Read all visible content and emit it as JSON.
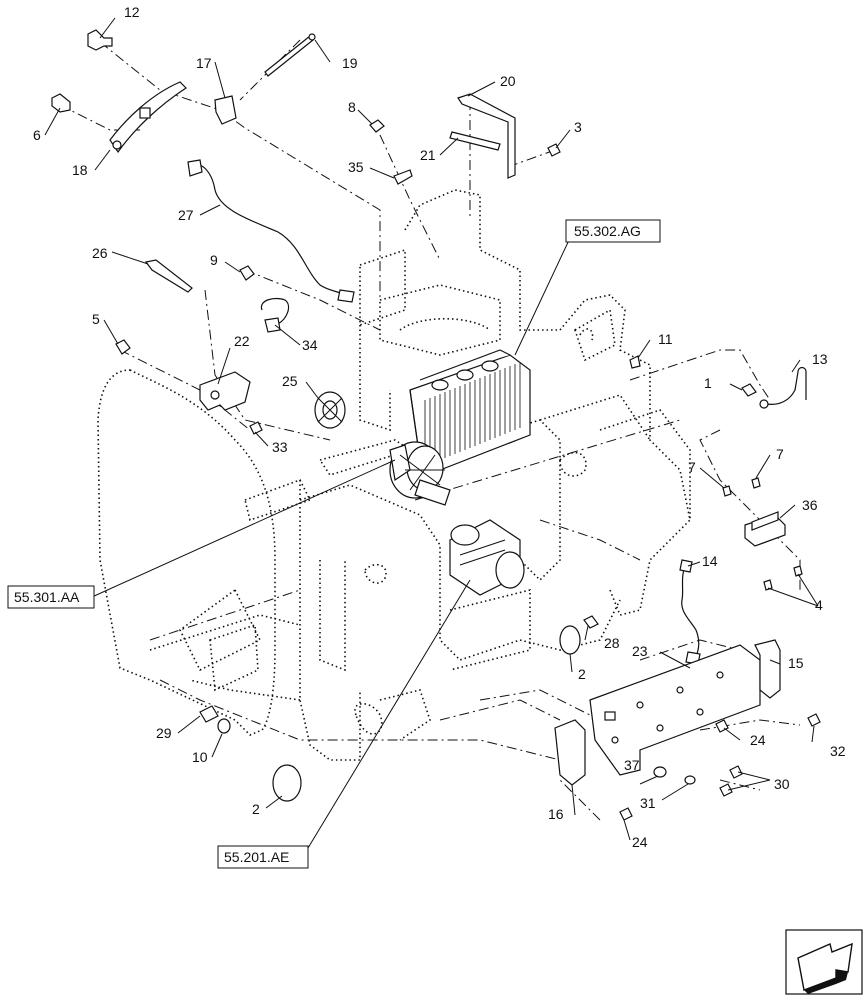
{
  "callouts": [
    {
      "id": "c12",
      "text": "12"
    },
    {
      "id": "c19",
      "text": "19"
    },
    {
      "id": "c17",
      "text": "17"
    },
    {
      "id": "c6",
      "text": "6"
    },
    {
      "id": "c18",
      "text": "18"
    },
    {
      "id": "c8",
      "text": "8"
    },
    {
      "id": "c20",
      "text": "20"
    },
    {
      "id": "c3",
      "text": "3"
    },
    {
      "id": "c21",
      "text": "21"
    },
    {
      "id": "c35",
      "text": "35"
    },
    {
      "id": "c27",
      "text": "27"
    },
    {
      "id": "c26",
      "text": "26"
    },
    {
      "id": "c9",
      "text": "9"
    },
    {
      "id": "c5",
      "text": "5"
    },
    {
      "id": "c34",
      "text": "34"
    },
    {
      "id": "c22",
      "text": "22"
    },
    {
      "id": "c25",
      "text": "25"
    },
    {
      "id": "c33",
      "text": "33"
    },
    {
      "id": "c11",
      "text": "11"
    },
    {
      "id": "c13",
      "text": "13"
    },
    {
      "id": "c1",
      "text": "1"
    },
    {
      "id": "c7a",
      "text": "7"
    },
    {
      "id": "c7b",
      "text": "7"
    },
    {
      "id": "c36",
      "text": "36"
    },
    {
      "id": "c4",
      "text": "4"
    },
    {
      "id": "c14",
      "text": "14"
    },
    {
      "id": "c28",
      "text": "28"
    },
    {
      "id": "c2a",
      "text": "2"
    },
    {
      "id": "c23",
      "text": "23"
    },
    {
      "id": "c15",
      "text": "15"
    },
    {
      "id": "c24a",
      "text": "24"
    },
    {
      "id": "c32",
      "text": "32"
    },
    {
      "id": "c37",
      "text": "37"
    },
    {
      "id": "c30",
      "text": "30"
    },
    {
      "id": "c31",
      "text": "31"
    },
    {
      "id": "c16",
      "text": "16"
    },
    {
      "id": "c24b",
      "text": "24"
    },
    {
      "id": "c29",
      "text": "29"
    },
    {
      "id": "c10",
      "text": "10"
    },
    {
      "id": "c2b",
      "text": "2"
    }
  ],
  "references": [
    {
      "id": "r1",
      "text": "55.302.AG"
    },
    {
      "id": "r2",
      "text": "55.301.AA"
    },
    {
      "id": "r3",
      "text": "55.201.AE"
    }
  ]
}
